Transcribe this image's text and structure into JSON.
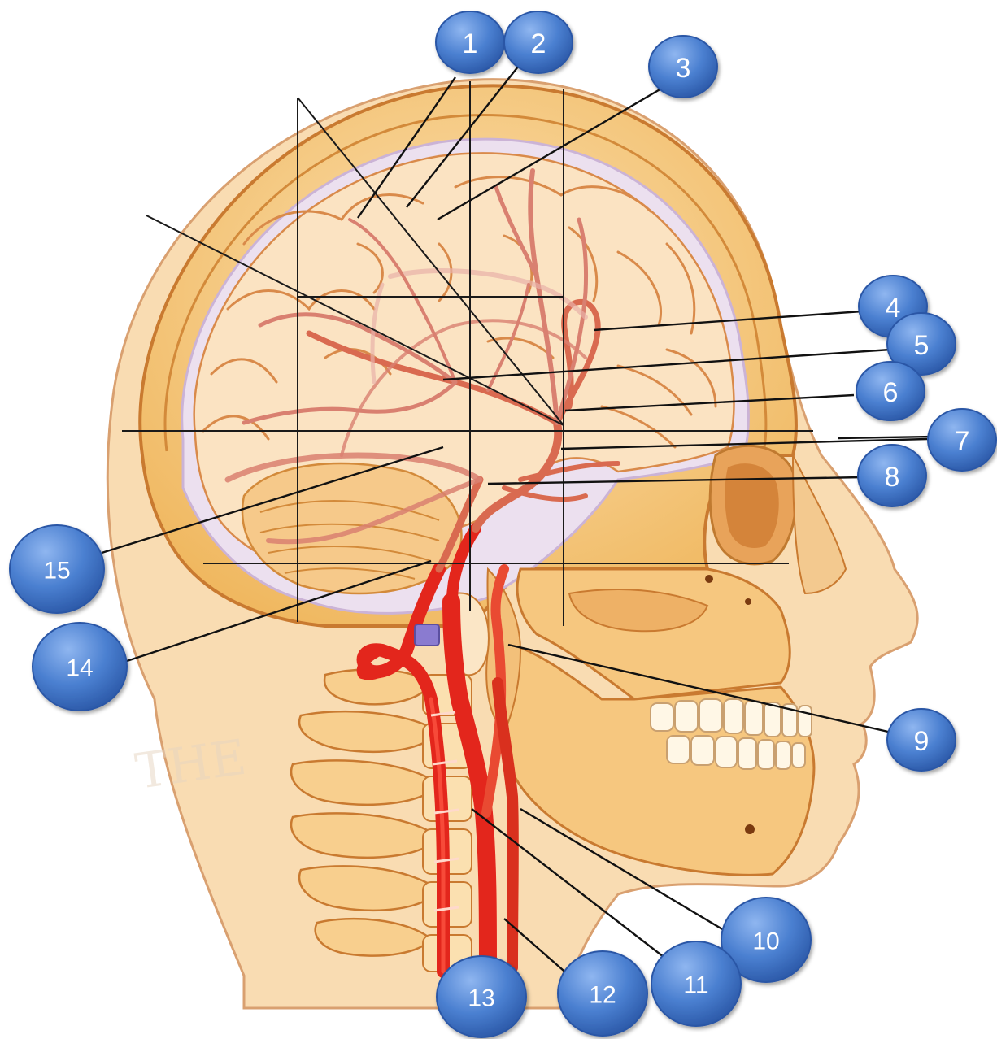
{
  "diagram": {
    "colors": {
      "skin": "#f9dcb2",
      "skull": "#f6c77f",
      "bone_edge": "#d38a3a",
      "brain": "#fbe3c2",
      "gyri": "#d98a4a",
      "meninges": "#ece0ef",
      "artery": "#e3261c",
      "artery_dark": "#c0140e",
      "artery_pale": "#d96a50",
      "callout_fill": "#4a7fd0",
      "callout_edge": "#2a57a6",
      "callout_text": "#ffffff",
      "lines": "#111111"
    },
    "callouts": [
      {
        "id": "1",
        "label": "1"
      },
      {
        "id": "2",
        "label": "2"
      },
      {
        "id": "3",
        "label": "3"
      },
      {
        "id": "4",
        "label": "4"
      },
      {
        "id": "5",
        "label": "5"
      },
      {
        "id": "6",
        "label": "6"
      },
      {
        "id": "7",
        "label": "7"
      },
      {
        "id": "8",
        "label": "8"
      },
      {
        "id": "9",
        "label": "9"
      },
      {
        "id": "10",
        "label": "10"
      },
      {
        "id": "11",
        "label": "11"
      },
      {
        "id": "12",
        "label": "12"
      },
      {
        "id": "13",
        "label": "13"
      },
      {
        "id": "14",
        "label": "14"
      },
      {
        "id": "15",
        "label": "15"
      }
    ]
  }
}
